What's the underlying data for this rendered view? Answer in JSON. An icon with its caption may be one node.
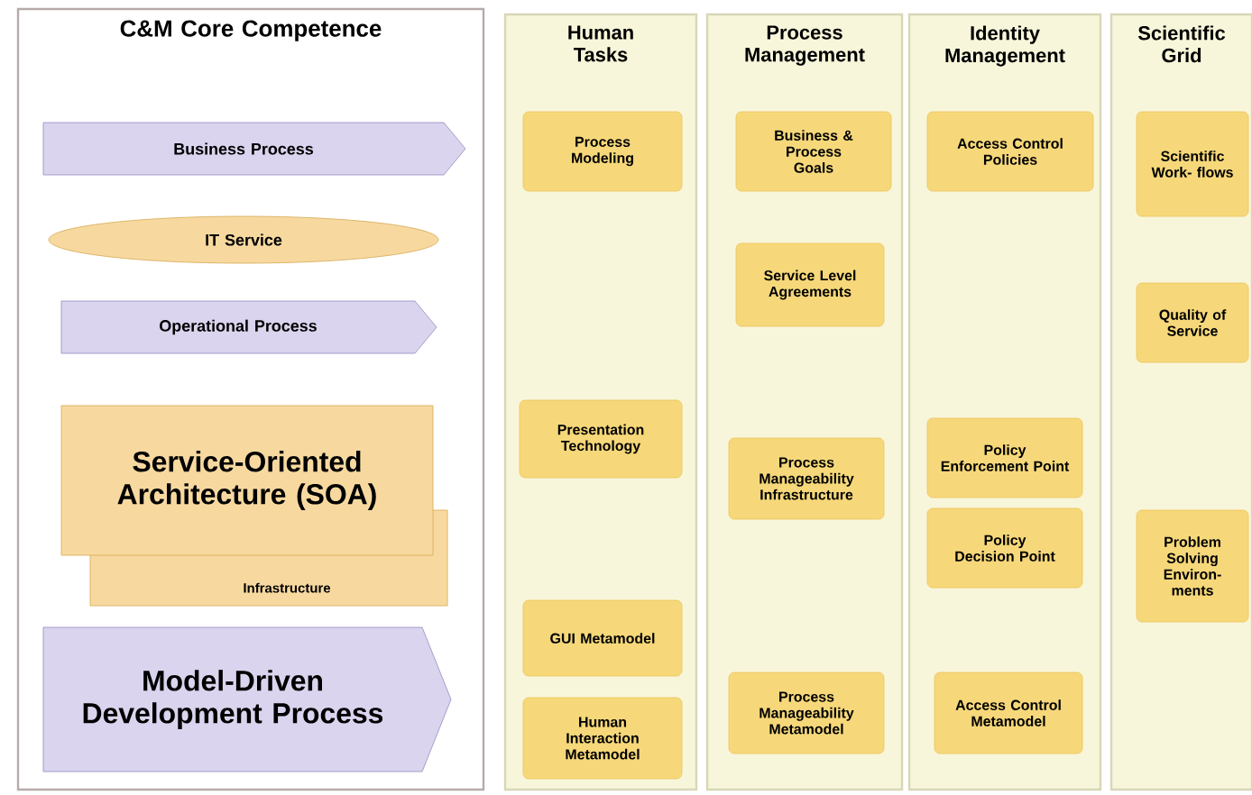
{
  "diagram": {
    "nodes": [
      {
        "text": [
          "C&M Core Competence"
        ]
      },
      {
        "text": [
          "Business Process"
        ],
        "in": 0
      },
      {
        "text": [
          "IT Service"
        ],
        "in": 0
      },
      {
        "text": [
          "Operational Process"
        ],
        "in": 0
      },
      {
        "text": [
          "Service-Oriented Architecture (SOA)"
        ],
        "in": 0
      },
      {
        "text": [
          "Infrastructure"
        ],
        "in": 0
      },
      {
        "text": [
          "Model-Driven Development Process"
        ],
        "in": 0
      },
      {
        "text": [
          "Human Tasks"
        ]
      },
      {
        "text": [
          "Process Modeling"
        ],
        "in": 7
      },
      {
        "text": [
          "Presentation Technology"
        ],
        "in": 7
      },
      {
        "text": [
          "GUI Metamodel"
        ],
        "in": 7
      },
      {
        "text": [
          "Human Interaction Metamodel"
        ],
        "in": 7
      },
      {
        "text": [
          "Process Management"
        ]
      },
      {
        "text": [
          "Business & Process Goals"
        ],
        "in": 12
      },
      {
        "text": [
          "Service Level Agreements"
        ],
        "in": 12
      },
      {
        "text": [
          "Process Manageability Infrastructure"
        ],
        "in": 12
      },
      {
        "text": [
          "Process Manageability Metamodel"
        ],
        "in": 12
      },
      {
        "text": [
          "Identity Management"
        ]
      },
      {
        "text": [
          "Access Control Policies"
        ],
        "in": 17
      },
      {
        "text": [
          "Policy Enforcement Point"
        ],
        "in": 17
      },
      {
        "text": [
          "Policy Decision Point"
        ],
        "in": 17
      },
      {
        "text": [
          "Access Control Metamodel"
        ],
        "in": 17
      },
      {
        "text": [
          "Scientific Grid"
        ]
      },
      {
        "text": [
          "Scientific Work- flows"
        ],
        "in": 22
      },
      {
        "text": [
          "Quality of Service"
        ],
        "in": 22
      },
      {
        "text": [
          "Problem Solving Environ- ments"
        ],
        "in": 22
      }
    ]
  }
}
